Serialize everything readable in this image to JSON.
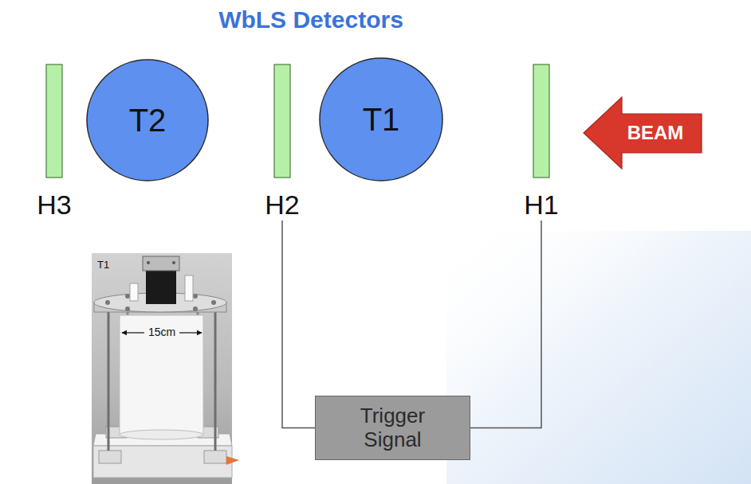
{
  "diagram": {
    "title": "WbLS Detectors",
    "nodes": [
      {
        "text": [
          "H3"
        ]
      },
      {
        "text": [
          "T2"
        ]
      },
      {
        "text": [
          "H2"
        ]
      },
      {
        "text": [
          "T1"
        ]
      },
      {
        "text": [
          "H1"
        ]
      },
      {
        "text": [
          "BEAM"
        ]
      },
      {
        "text": [
          "Trigger Signal"
        ]
      }
    ],
    "edges": [
      {
        "from": 2,
        "to": 6,
        "arrow": "none"
      },
      {
        "from": 4,
        "to": 6,
        "arrow": "none"
      }
    ],
    "labels": [
      "T1",
      "15cm"
    ]
  }
}
